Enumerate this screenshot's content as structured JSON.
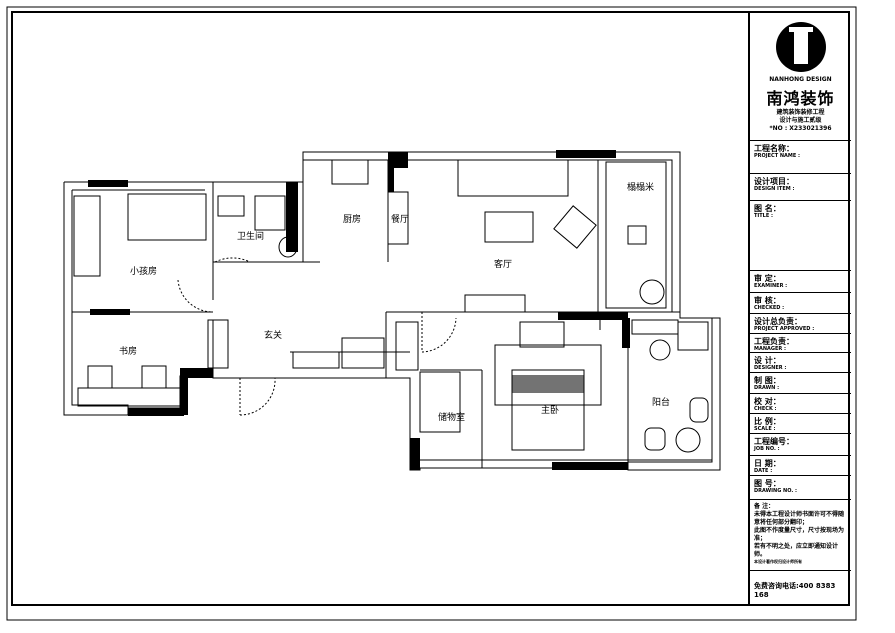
{
  "rooms": {
    "kids_room": "小孩房",
    "bathroom": "卫生间",
    "kitchen": "厨房",
    "dining": "餐厅",
    "living": "客厅",
    "tatami": "榻榻米",
    "study": "书房",
    "entrance": "玄关",
    "storage": "储物室",
    "master_bedroom": "主卧",
    "balcony": "阳台"
  },
  "title_block": {
    "brand_en": "NANHONG DESIGN",
    "brand": "南鸿装饰",
    "qualification_1": "建筑装饰装修工程",
    "qualification_2": "设计与施工贰级",
    "cert_no": "*NO : X233021396",
    "fields": [
      {
        "zh": "工程名称：",
        "en": "PROJECT NAME :"
      },
      {
        "zh": "设计项目：",
        "en": "DESIGN ITEM :"
      },
      {
        "zh": "图 名：",
        "en": "TITLE :"
      },
      {
        "zh": "审 定：",
        "en": "EXAMINER :"
      },
      {
        "zh": "审 核：",
        "en": "CHECKED :"
      },
      {
        "zh": "设计总负责：",
        "en": "PROJECT APPROVED :"
      },
      {
        "zh": "工程负责：",
        "en": "MANAGER :"
      },
      {
        "zh": "设 计：",
        "en": "DESIGNER :"
      },
      {
        "zh": "制 图：",
        "en": "DRAWN :"
      },
      {
        "zh": "校 对：",
        "en": "CHECK :"
      },
      {
        "zh": "比 例：",
        "en": "SCALE :"
      },
      {
        "zh": "工程编号：",
        "en": "JOB NO. :"
      },
      {
        "zh": "日 期：",
        "en": "DATE :"
      },
      {
        "zh": "图 号：",
        "en": "DRAWING NO. :"
      }
    ],
    "notes_title": "备 注：",
    "notes": [
      "未得本工程设计师书面许可不得随意将任何部分翻印；",
      "此图不作度量尺寸，尺寸按现场为准；",
      "若有不明之处，应立即通知设计师。"
    ],
    "notes_small": "本设计著作权归设计师所有",
    "phone": "免费咨询电话:400 8383 168"
  }
}
